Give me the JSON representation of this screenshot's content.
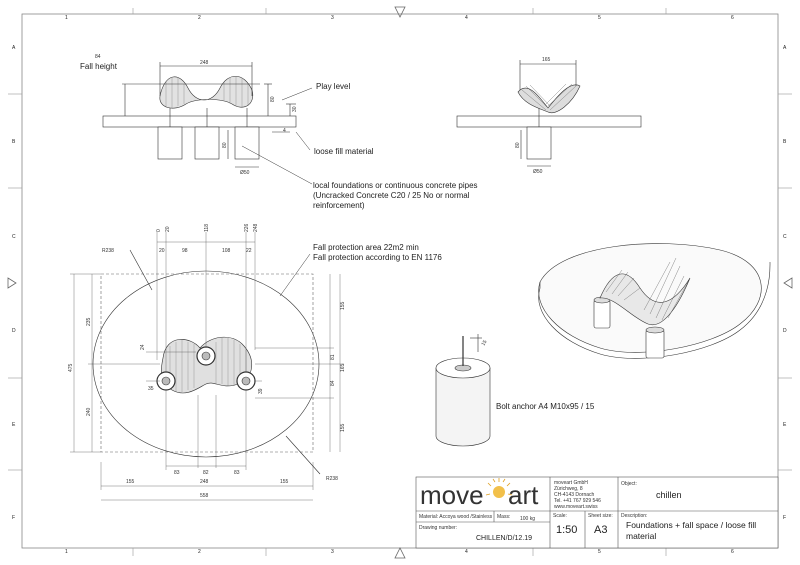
{
  "border": {
    "cols": [
      "1",
      "2",
      "3",
      "4",
      "5",
      "6"
    ],
    "rows": [
      "A",
      "B",
      "C",
      "D",
      "E",
      "F"
    ]
  },
  "front_view": {
    "fall_height_value": "84",
    "fall_height_label": "Fall height",
    "dims": {
      "width": "248",
      "h80": "80",
      "h30": "30",
      "h4": "4",
      "depth80": "80",
      "dia": "Ø50"
    }
  },
  "side_view": {
    "dims": {
      "width": "165",
      "depth80": "80",
      "dia": "Ø50"
    }
  },
  "plan_view": {
    "radius_label": "R238",
    "top_dims": [
      "0",
      "20",
      "118",
      "226",
      "248"
    ],
    "row2": [
      "20",
      "98",
      "108",
      "22"
    ],
    "left_dims": [
      "475",
      "235",
      "240"
    ],
    "inner_left": [
      "24",
      "35"
    ],
    "inner_right": [
      "39"
    ],
    "right_dims": [
      "155",
      "81",
      "165",
      "84",
      "155"
    ],
    "bottom_row1": [
      "83",
      "82",
      "83"
    ],
    "bottom_row2": [
      "155",
      "248",
      "155"
    ],
    "bottom_total": "558"
  },
  "annotations": {
    "play_level": "Play level",
    "loose_fill": "loose fill material",
    "foundations": [
      "local foundations or continuous concrete pipes",
      "(Uncracked Concrete C20 / 25 No or normal",
      "reinforcement)"
    ],
    "fall_area": [
      "Fall protection area 22m2 min",
      "Fall protection according to EN 1176"
    ],
    "bolt": "Bolt anchor A4 M10x95 / 15"
  },
  "title_block": {
    "logo_left": "move",
    "logo_right": "art",
    "company": [
      "moveart GmbH",
      "Zürichweg, 8",
      "CH-4143 Dornach",
      "Tel. +41 767 929 546",
      "www.moveart.swiss"
    ],
    "object_label": "Object:",
    "object_value": "chillen",
    "material": "Material: Accoya wood /Stainless",
    "mass_label": "Mass:",
    "mass_value": "100 kg",
    "scale_label": "Scale:",
    "scale_value": "1:50",
    "sheet_label": "Sheet size:",
    "sheet_value": "A3",
    "desc_label": "Description:",
    "desc_value": [
      "Foundations + fall space / loose fill",
      "material"
    ],
    "drawing_label": "Drawing number:",
    "drawing_value": "CHILLEN/D/12.19"
  }
}
